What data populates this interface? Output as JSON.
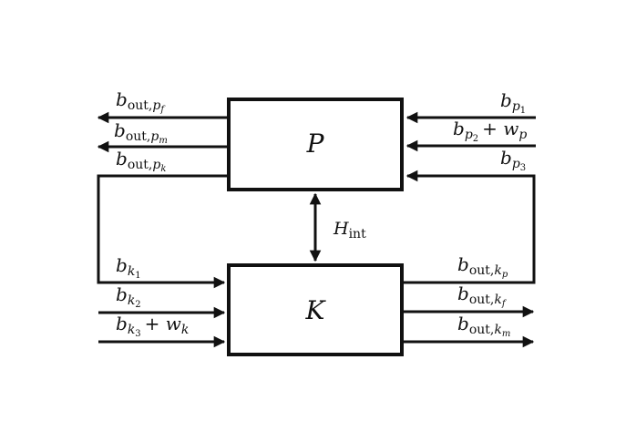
{
  "blocks": {
    "plant": {
      "label": "P"
    },
    "controller": {
      "label": "K"
    }
  },
  "coupling": {
    "base": "H",
    "sub": "int"
  },
  "signals": {
    "out_pf": {
      "base": "b",
      "sub": "out,",
      "subsub": "p",
      "subsubsub": "f"
    },
    "out_pm": {
      "base": "b",
      "sub": "out,",
      "subsub": "p",
      "subsubsub": "m"
    },
    "out_pk": {
      "base": "b",
      "sub": "out,",
      "subsub": "p",
      "subsubsub": "k"
    },
    "p1": {
      "base": "b",
      "sub": "p",
      "subsub": "1"
    },
    "p2": {
      "base": "b",
      "sub": "p",
      "subsub": "2",
      "plus": "+ w",
      "plus_sub": "p"
    },
    "p3": {
      "base": "b",
      "sub": "p",
      "subsub": "3"
    },
    "k1": {
      "base": "b",
      "sub": "k",
      "subsub": "1"
    },
    "k2": {
      "base": "b",
      "sub": "k",
      "subsub": "2"
    },
    "k3": {
      "base": "b",
      "sub": "k",
      "subsub": "3",
      "plus": "+ w",
      "plus_sub": "k"
    },
    "out_kp": {
      "base": "b",
      "sub": "out,",
      "subsub": "k",
      "subsubsub": "p"
    },
    "out_kf": {
      "base": "b",
      "sub": "out,",
      "subsub": "k",
      "subsubsub": "f"
    },
    "out_km": {
      "base": "b",
      "sub": "out,",
      "subsub": "k",
      "subsubsub": "m"
    }
  },
  "colors": {
    "stroke": "#111111",
    "background": "#ffffff"
  }
}
